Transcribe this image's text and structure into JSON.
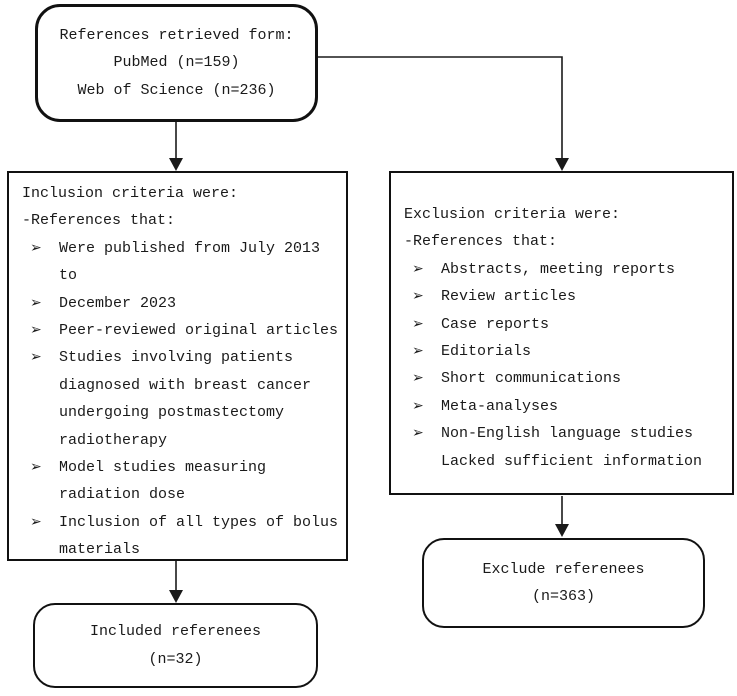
{
  "diagram": {
    "top_box": {
      "line1": "References retrieved form:",
      "line2": "PubMed (n=159)",
      "line3": "Web of Science (n=236)"
    },
    "inclusion_box": {
      "title": "Inclusion criteria were:",
      "subtitle": "-References that:",
      "items": [
        "Were published from July 2013 to",
        "December 2023",
        "Peer-reviewed original articles",
        "Studies involving patients diagnosed with breast cancer undergoing postmastectomy radiotherapy",
        "Model studies measuring radiation dose",
        "Inclusion of all types of bolus materials"
      ]
    },
    "exclusion_box": {
      "title": "Exclusion criteria were:",
      "subtitle": "-References that:",
      "items": [
        "Abstracts, meeting reports",
        "Review articles",
        "Case reports",
        "Editorials",
        "Short communications",
        "Meta-analyses",
        "Non-English language studies"
      ],
      "note": "Lacked sufficient information"
    },
    "included_box": {
      "line1": "Included referenees",
      "line2": "(n=32)"
    },
    "excluded_box": {
      "line1": "Exclude referenees",
      "line2": "(n=363)"
    },
    "bullet_glyph": "➢",
    "colors": {
      "line": "#1a1a1a",
      "border": "#111111",
      "background": "#ffffff",
      "text": "#1a1a1a"
    }
  }
}
